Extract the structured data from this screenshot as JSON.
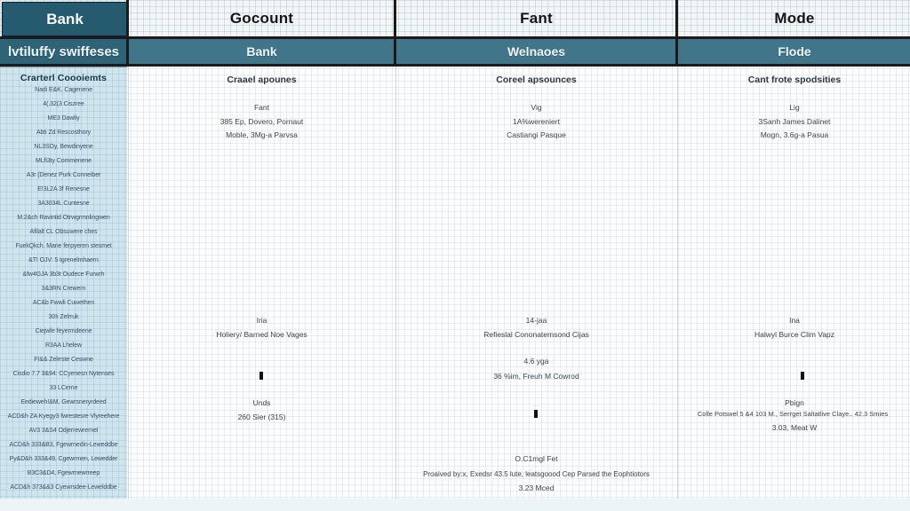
{
  "header": {
    "row1": {
      "col1": "Bank",
      "col2": "Gocount",
      "col3": "Fant",
      "col4": "Mode"
    },
    "row2": {
      "col1": "lvtiluffy swiffeses",
      "col2": "Bank",
      "col3": "Welnaoes",
      "col4": "Flode"
    }
  },
  "colors": {
    "header_cell_dark": "#265a6f",
    "band_teal": "#41768a",
    "band_teal_dark": "#2f6377",
    "sidebar_bg": "#cfe4ec",
    "line_black": "#1b1b1b"
  },
  "sidebar": {
    "title": "Crarterl Coooiemts",
    "items": [
      "Nadi E&K. Cagenene",
      "4(.32(3 Ciszree",
      "ME3 Dawliy",
      "Abti Zd Rescosthory",
      "NL3SOy, Bewdinyene",
      "MLfi3ty Commenene",
      "A3r (Denez Purk Conneiber",
      "E!3L2A 3f Renesne",
      "3A3034L Cuntesne",
      "M.2&ch Ravintid Otrwgrmnlingwen",
      "Afilalt CL Obsuwere ches",
      "FuekQkch. Mane ferpyeren stesmet",
      "&T! OJV: 5 tgrenelmhaern",
      "&fw4GJA 3b3t Oudece Furwrh",
      "3&3RN Crewern",
      "AC&b Fwwli Cuwethen",
      "30!i Zelrruk",
      "Ciejwfe feyermdeene",
      "R3AA Lhelew",
      "F!&& Zelrrste Ceswne",
      "Cisdio 7.7 3&94: CCyenesn Nytenses",
      "33 LCerne",
      "Eedieweh!&M, Gewrsneryrdeed",
      "ACD&h ZA Kyegy3 fwrestesre Vlyreehere",
      "AV3 3&S4 Odjerrewrernel",
      "ACD&h 333&B3, Fgewrnedin-Leweddbe",
      "Py&D&h 333&49, Cgewrmen, Lewedder",
      "B3C3&D4, Fgewrnewrreep",
      "ACD&h 373&&3 Cyewrsdee-Lewelddbe"
    ]
  },
  "main": {
    "col_gocount": {
      "section_title": "Craael apounes",
      "top_lines": [
        "Fant",
        "385 Ep, Dovero, Pornaut",
        "Moble, 3Mg-a Parvsa"
      ],
      "mid_lines": [
        "Iria",
        "Holiery/ Barned Noe Vages"
      ],
      "low_lines": [
        "Unds",
        "260 Sier (315)"
      ]
    },
    "col_fant": {
      "section_title": "Coreel apsounces",
      "top_lines": [
        "Vig",
        "1A%wereniert",
        "Castiangi Pasque"
      ],
      "mid_lines": [
        "14-jaa",
        "Refieslal Cononatemsond Cijas"
      ],
      "mid2_lines": [
        "4.6 yga",
        "36 %im, Freuh M Cowrod"
      ],
      "foot_lines": [
        "O.C1mgl Fet",
        "Proaived by:x, Exedsr 43.5 lute, leatsgoood Cep Parsed the Eophtiotors",
        "3.23 Mced"
      ]
    },
    "col_mode": {
      "section_title": "Cant frote spodsities",
      "top_lines": [
        "Lig",
        "3Sanh James Dalinet",
        "Mogn, 3.6g-a Pasua"
      ],
      "mid_lines": [
        "Ina",
        "Halwyl Burce Clim Vapz"
      ],
      "low_lines": [
        "Pbign",
        "Colle Potswel 5 &4 103 M., Serrget Saltatlive Claye.. 42.3 Smies",
        "3.03, Meat W"
      ]
    }
  }
}
